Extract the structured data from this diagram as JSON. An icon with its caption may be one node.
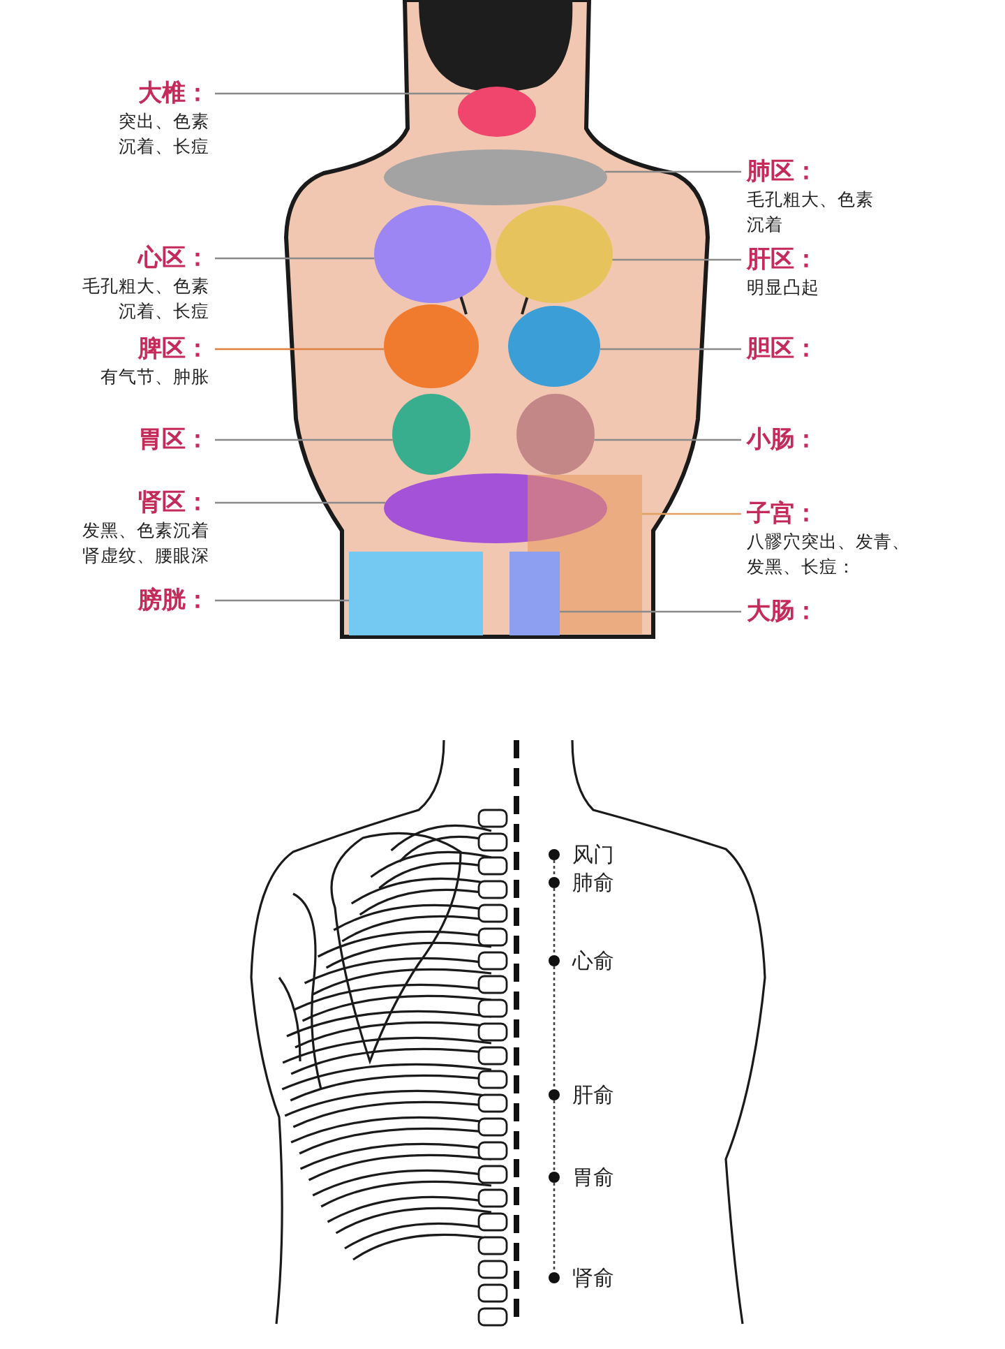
{
  "diagram": {
    "nodes": [
      {
        "text": [
          "大椎：",
          "突出、色素沉着、长痘"
        ]
      },
      {
        "text": [
          "肺区：",
          "毛孔粗大、色素沉着"
        ]
      },
      {
        "text": [
          "心区：",
          "毛孔粗大、色素沉着、长痘"
        ]
      },
      {
        "text": [
          "肝区：",
          "明显凸起"
        ]
      },
      {
        "text": [
          "脾区：",
          "有气节、肿胀"
        ]
      },
      {
        "text": [
          "胆区："
        ]
      },
      {
        "text": [
          "胃区："
        ]
      },
      {
        "text": [
          "小肠："
        ]
      },
      {
        "text": [
          "肾区：",
          "发黑、色素沉着肾虚纹、腰眼深"
        ]
      },
      {
        "text": [
          "子宫：",
          "八髎穴突出、发青、发黑、长痘："
        ]
      },
      {
        "text": [
          "膀胱："
        ]
      },
      {
        "text": [
          "大肠："
        ]
      },
      {
        "text": [],
        "shape": "circle"
      },
      {
        "text": [],
        "shape": "ellipse"
      },
      {
        "text": [],
        "shape": "circle"
      },
      {
        "text": [],
        "shape": "circle"
      },
      {
        "text": [],
        "shape": "circle"
      },
      {
        "text": [],
        "shape": "circle"
      },
      {
        "text": [],
        "shape": "circle"
      },
      {
        "text": [],
        "shape": "circle"
      },
      {
        "text": [],
        "shape": "ellipse"
      },
      {
        "text": [],
        "shape": "box"
      },
      {
        "text": [],
        "shape": "box"
      },
      {
        "text": [],
        "shape": "box"
      },
      {
        "text": [
          "风门"
        ]
      },
      {
        "text": [
          "肺俞"
        ]
      },
      {
        "text": [
          "心俞"
        ]
      },
      {
        "text": [
          "肝俞"
        ]
      },
      {
        "text": [
          "胃俞"
        ]
      },
      {
        "text": [
          "肾俞"
        ]
      }
    ],
    "edges": [
      {
        "from": 0,
        "to": 12,
        "arrow": "none"
      },
      {
        "from": 1,
        "to": 13,
        "arrow": "none"
      },
      {
        "from": 2,
        "to": 14,
        "arrow": "none"
      },
      {
        "from": 3,
        "to": 15,
        "arrow": "none"
      },
      {
        "from": 4,
        "to": 16,
        "arrow": "none",
        "color": "#e08040"
      },
      {
        "from": 5,
        "to": 17,
        "arrow": "none"
      },
      {
        "from": 6,
        "to": 18,
        "arrow": "none"
      },
      {
        "from": 7,
        "to": 19,
        "arrow": "none"
      },
      {
        "from": 8,
        "to": 20,
        "arrow": "none"
      },
      {
        "from": 9,
        "to": 21,
        "arrow": "none",
        "color": "#e0a060"
      },
      {
        "from": 10,
        "to": 22,
        "arrow": "none"
      },
      {
        "from": 11,
        "to": 23,
        "arrow": "none"
      },
      {
        "from": 24,
        "to": 25,
        "arrow": "none",
        "style": "dashed"
      },
      {
        "from": 25,
        "to": 26,
        "arrow": "none",
        "style": "dashed"
      },
      {
        "from": 26,
        "to": 27,
        "arrow": "none",
        "style": "dashed"
      },
      {
        "from": 27,
        "to": 28,
        "arrow": "none",
        "style": "dashed"
      },
      {
        "from": 28,
        "to": 29,
        "arrow": "none",
        "style": "dashed"
      }
    ]
  }
}
